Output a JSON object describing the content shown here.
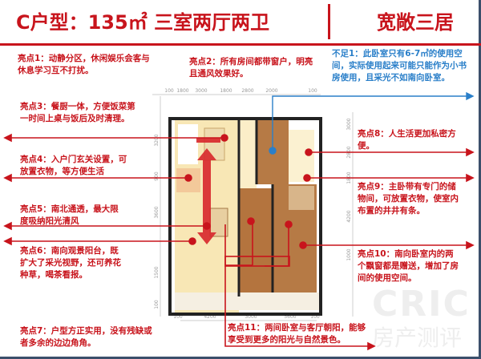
{
  "header": {
    "title": "C户型：135㎡ 三室两厅两卫",
    "slogan": "宽敞三居"
  },
  "colors": {
    "accent": "#c8141c",
    "shortcoming": "#2a7fc9"
  },
  "notes": {
    "h1": "亮点1：动静分区，休闲娱乐会客与休息学习互不打扰。",
    "h2": "亮点2：所有房间都带窗户，明亮且通风效果好。",
    "s1": "不足1：此卧室只有6-7㎡的使用空间，实际使用起来可能只能作为小书房使用，且采光不如南向卧室。",
    "h3": "亮点3：餐厨一体，方便饭菜第一时间上桌与饭后及时清理。",
    "h4": "亮点4：入户门玄关设置，可放置衣物，等方便生活",
    "h5": "亮点5：南北通透，最大限度吸纳阳光清风",
    "h6": "亮点6：南向观景阳台，既扩大了采光视野，还可养花种草，喝茶看报。",
    "h7": "亮点7：户型方正实用，没有残缺或者多余的边边角角。",
    "h8": "亮点8：人生活更加私密方便。",
    "h9": "亮点9：主卧带有专门的储物间，可放置衣物，使室内布置的井井有条。",
    "h10": "亮点10：南向卧室内的两个飘窗都是赠送，增加了房间的使用空间。",
    "h11": "亮点11：两间卧室与客厅朝阳，能够享受到更多的阳光与自然景色。"
  },
  "dimensions": {
    "top": [
      "100",
      "1800",
      "3000",
      "1800",
      "2800",
      "2000",
      "100"
    ],
    "bottom": [
      "100",
      "4200",
      "3000",
      "5600",
      "100"
    ],
    "left": [
      "3200",
      "900",
      "3600",
      "1500",
      "100"
    ],
    "right": [
      "3000",
      "2800",
      "1800",
      "4200",
      "1000"
    ]
  },
  "watermark": {
    "line1": "CRIC",
    "line2": "房产测评"
  }
}
